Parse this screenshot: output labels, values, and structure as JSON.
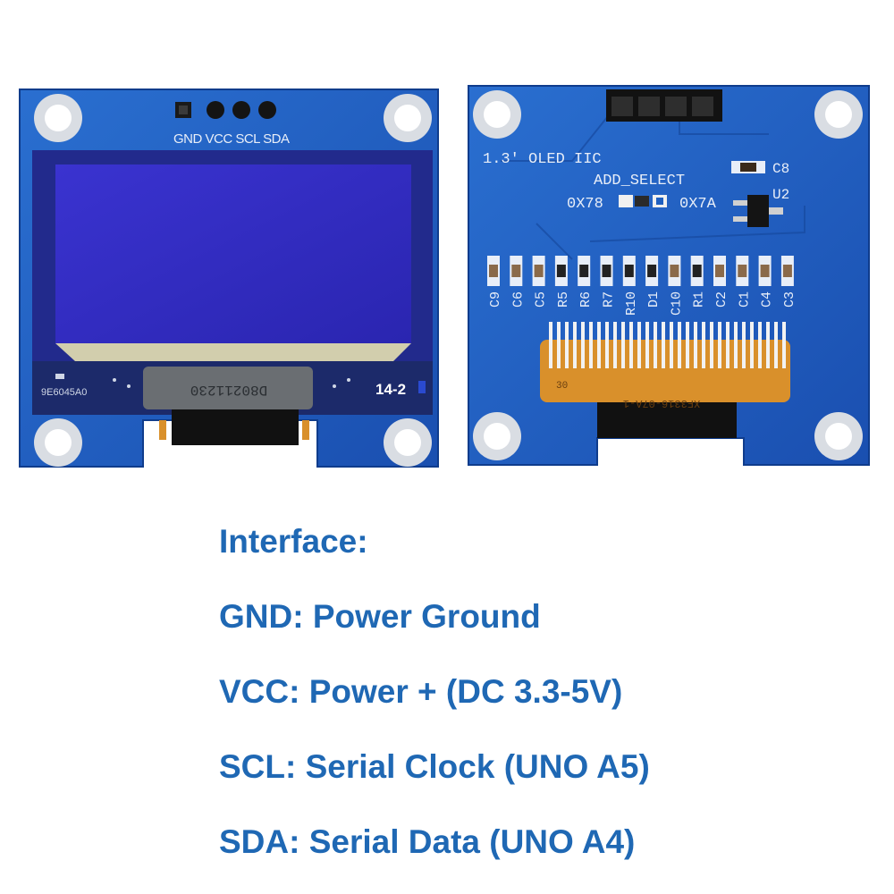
{
  "colors": {
    "pcb": "#1f5fc0",
    "pcb_dark": "#15479a",
    "oled_glass": "#2f2cc4",
    "oled_bezel": "#1f2a8a",
    "text_blue": "#1f68b4",
    "silkscreen": "#e8eef8",
    "flex_cable": "#d9902b"
  },
  "front_board": {
    "pin_labels": "GND VCC SCL SDA",
    "panel_code": "9E6045A0",
    "ribbon_code": "D80211230",
    "badge": "14-2"
  },
  "back_board": {
    "title": "1.3' OLED IIC",
    "addr_select": "ADD_SELECT",
    "addr_0x78": "0X78",
    "addr_0x7a": "0X7A",
    "c8": "C8",
    "u2": "U2",
    "components": [
      "C9",
      "C6",
      "C5",
      "R5",
      "R6",
      "R7",
      "R10",
      "D1",
      "C10",
      "R1",
      "C2",
      "C1",
      "C4",
      "C3"
    ],
    "flex_code": "XF3316-07A-1"
  },
  "spec": {
    "heading": "Interface:",
    "gnd": "GND: Power Ground",
    "vcc": "VCC: Power + (DC 3.3-5V)",
    "scl": "SCL: Serial Clock (UNO A5)",
    "sda": "SDA: Serial Data (UNO A4)"
  }
}
